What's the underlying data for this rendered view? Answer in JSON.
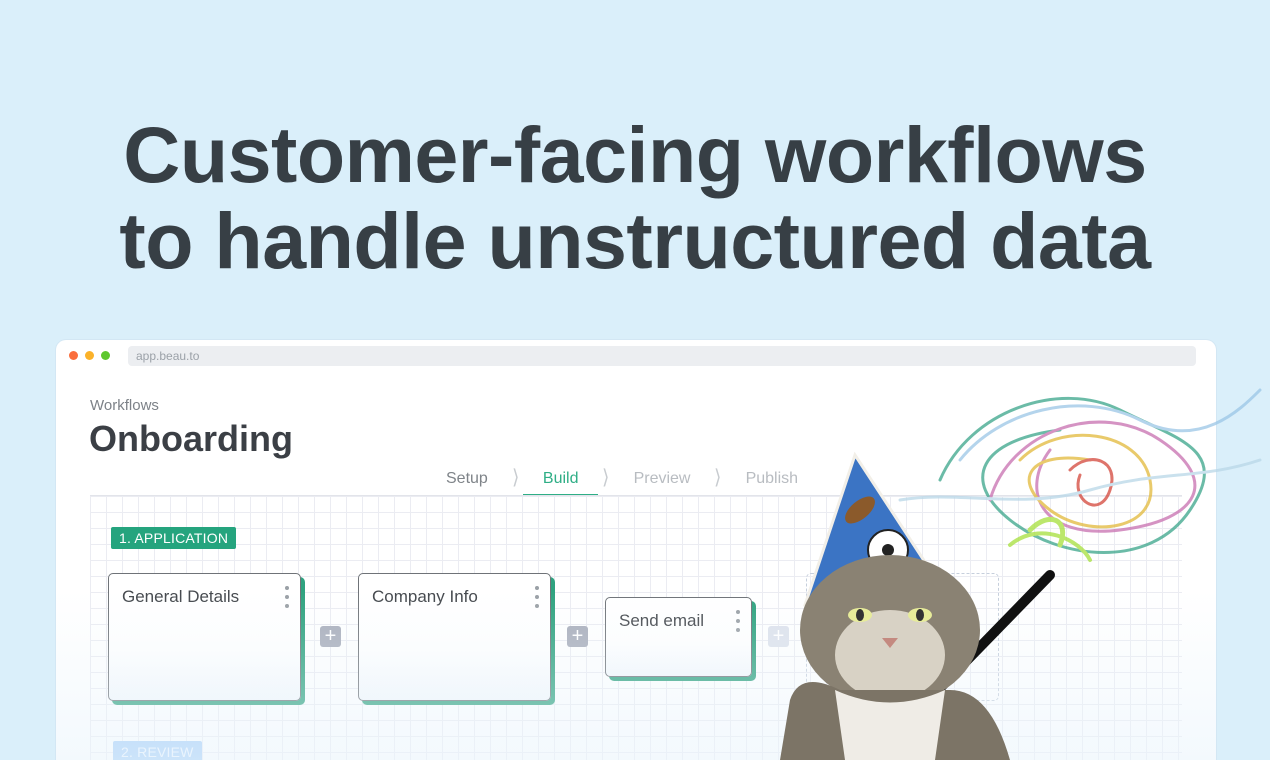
{
  "headline": {
    "line1": "Customer-facing workflows",
    "line2": "to handle unstructured data"
  },
  "browser": {
    "url": "app.beau.to",
    "traffic_lights": [
      "close",
      "minimize",
      "maximize"
    ]
  },
  "page": {
    "breadcrumb": "Workflows",
    "title": "Onboarding"
  },
  "steps": [
    {
      "label": "Setup",
      "state": "done"
    },
    {
      "label": "Build",
      "state": "active"
    },
    {
      "label": "Preview",
      "state": "pending"
    },
    {
      "label": "Publish",
      "state": "pending"
    }
  ],
  "stages": [
    {
      "label": "1. APPLICATION",
      "color": "#25a47e",
      "cards": [
        {
          "title": "General Details",
          "menu_icon": "kebab-icon"
        },
        {
          "title": "Company Info",
          "menu_icon": "kebab-icon"
        },
        {
          "title": "Send email",
          "menu_icon": "kebab-icon"
        }
      ],
      "add_button_icon": "plus-icon"
    },
    {
      "label": "2. REVIEW",
      "color": "#9ecaf8"
    }
  ],
  "decoration": {
    "description": "wizard-cat-with-wand-and-scribble"
  },
  "colors": {
    "background": "#daeffa",
    "headline": "#373f45",
    "accent_green": "#2fae86",
    "card_shadow": "#2fa27f"
  }
}
